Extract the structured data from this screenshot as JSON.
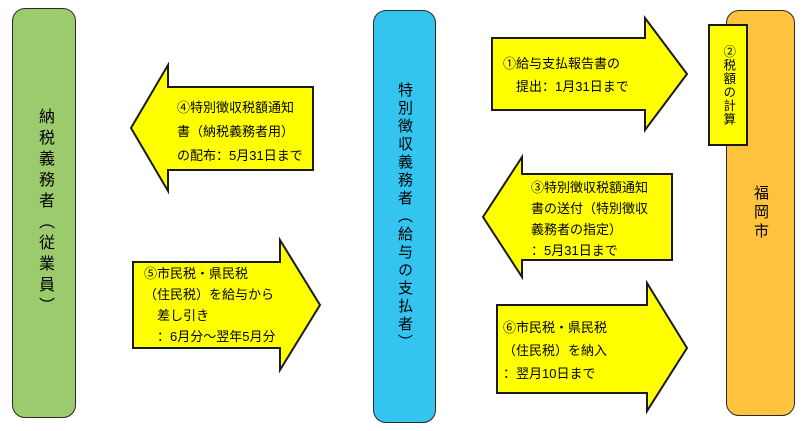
{
  "diagram": {
    "description_type": "flow",
    "entities": {
      "taxpayer": {
        "label": "納税義務者（従業員）",
        "color": "#9CCB6E"
      },
      "payer": {
        "label": "特別徴収義務者（給与の支払者）",
        "color": "#33C4F0"
      },
      "city": {
        "label": "福岡市",
        "color": "#FFC33E"
      }
    },
    "steps": {
      "s1": {
        "label": "①給与支払報告書の\n　提出：1月31日まで",
        "direction": "right"
      },
      "s2": {
        "label": "②税額の計算"
      },
      "s3": {
        "label": "③特別徴収税額通知\n書の送付（特別徴収\n義務者の指定）\n：5月31日まで",
        "direction": "left"
      },
      "s4": {
        "label": "④特別徴収税額通知\n書（納税義務者用）\nの配布：5月31日まで",
        "direction": "left"
      },
      "s5": {
        "label": "⑤市民税・県民税\n（住民税）を給与から\n　差し引き\n　：6月分～翌年5月分",
        "direction": "right"
      },
      "s6": {
        "label": "⑥市民税・県民税\n（住民税）を納入\n：翌月10日まで",
        "direction": "right"
      }
    },
    "colors": {
      "arrow_fill": "#FFFF00",
      "outline": "#1A1A1A",
      "background": "#FFFFFF"
    }
  }
}
